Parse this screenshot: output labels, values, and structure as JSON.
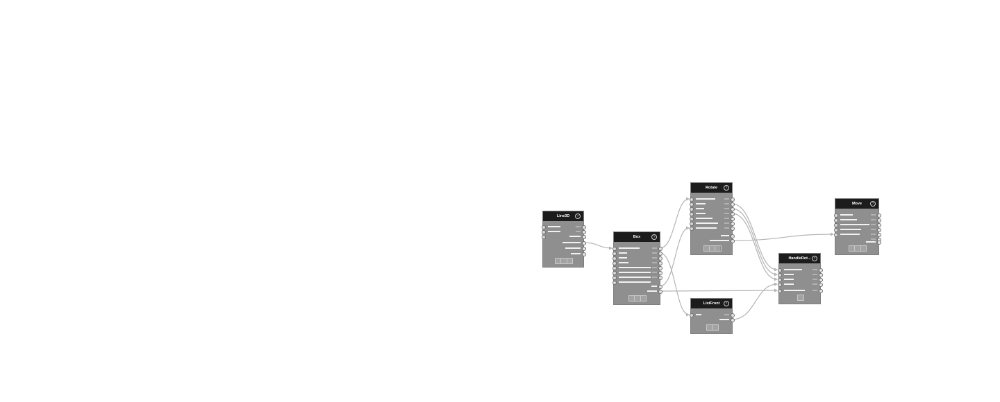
{
  "graph": {
    "background": "#ffffff",
    "node_body_color": "#8f8f8f",
    "node_header_color": "#1c1c1c",
    "wire_color": "#b4b4b4",
    "help_icon": "question-circle-icon",
    "help_glyph": "?",
    "nodes": [
      {
        "id": "line3d",
        "title": "Line3D",
        "inputs": 3,
        "outputs": 6,
        "preview_cells": 3
      },
      {
        "id": "box",
        "title": "Box",
        "inputs": 8,
        "outputs": 9,
        "preview_cells": 3
      },
      {
        "id": "rotate",
        "title": "Rotate",
        "inputs": 7,
        "outputs": 9,
        "preview_cells": 3
      },
      {
        "id": "listfront",
        "title": "ListFront",
        "inputs": 1,
        "outputs": 2,
        "preview_cells": 2
      },
      {
        "id": "handlerot",
        "title": "HandleRot...",
        "inputs": 5,
        "outputs": 5,
        "preview_cells": 1
      },
      {
        "id": "move",
        "title": "Move",
        "inputs": 5,
        "outputs": 7,
        "preview_cells": 3
      }
    ],
    "connections": [
      {
        "from": "line3d",
        "to": "box"
      },
      {
        "from": "box",
        "to": "rotate"
      },
      {
        "from": "box",
        "to": "rotate"
      },
      {
        "from": "box",
        "to": "listfront"
      },
      {
        "from": "box",
        "to": "handlerot"
      },
      {
        "from": "rotate",
        "to": "handlerot"
      },
      {
        "from": "rotate",
        "to": "handlerot"
      },
      {
        "from": "rotate",
        "to": "handlerot"
      },
      {
        "from": "rotate",
        "to": "move"
      },
      {
        "from": "listfront",
        "to": "handlerot"
      }
    ]
  }
}
